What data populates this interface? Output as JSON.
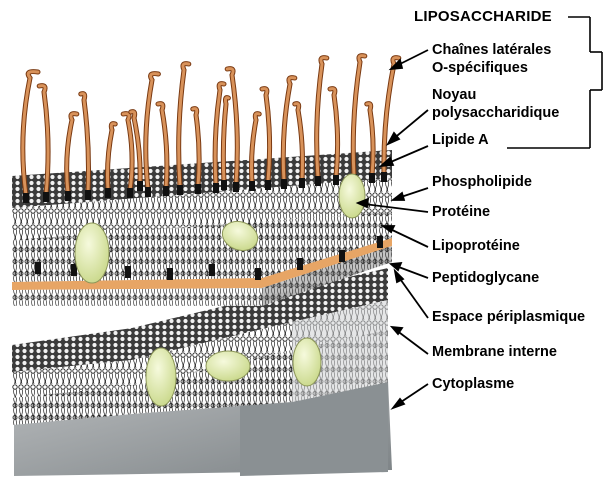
{
  "title": "LIPOSACCHARIDE",
  "labels": {
    "o_chains_1": "Chaînes latérales",
    "o_chains_2": "O-spécifiques",
    "core_1": "Noyau",
    "core_2": "polysaccharidique",
    "lipid_a": "Lipide A",
    "phospholipid": "Phospholipide",
    "protein": "Protéine",
    "lipoprotein": "Lipoprotéine",
    "peptidoglycan": "Peptidoglycane",
    "periplasm": "Espace périplasmique",
    "inner_membrane": "Membrane interne",
    "cytoplasm": "Cytoplasme"
  },
  "colors": {
    "lps_chain": "#d8925a",
    "lps_chain_dark": "#7a3a12",
    "protein_fill": "#e6efbc",
    "peptidoglycan": "#e7a565",
    "cytoplasm": "#9aa0a3",
    "membrane_top": "#4a4a4a"
  }
}
